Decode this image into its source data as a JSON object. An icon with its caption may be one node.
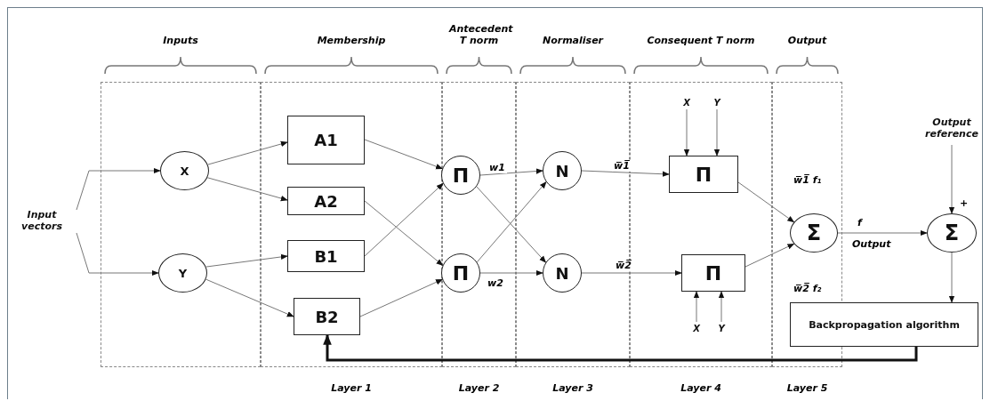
{
  "diagram": {
    "nodes": [
      {
        "text": [
          "Inputs"
        ]
      },
      {
        "text": [
          "X"
        ],
        "in": 0
      },
      {
        "text": [
          "Y"
        ],
        "in": 0
      },
      {
        "text": [
          "Membership",
          "Layer 1"
        ]
      },
      {
        "text": [
          "A1"
        ],
        "in": 3
      },
      {
        "text": [
          "A2"
        ],
        "in": 3
      },
      {
        "text": [
          "B1"
        ],
        "in": 3
      },
      {
        "text": [
          "B2"
        ],
        "in": 3
      },
      {
        "text": [
          "Antecedent T norm",
          "Layer 2"
        ]
      },
      {
        "text": [
          "Π"
        ],
        "in": 8
      },
      {
        "text": [
          "Π"
        ],
        "in": 8
      },
      {
        "text": [
          "Normaliser",
          "Layer 3"
        ]
      },
      {
        "text": [
          "N"
        ],
        "in": 11
      },
      {
        "text": [
          "N"
        ],
        "in": 11
      },
      {
        "text": [
          "Consequent T norm",
          "Layer 4"
        ]
      },
      {
        "text": [
          "Π"
        ],
        "in": 14
      },
      {
        "text": [
          "Π"
        ],
        "in": 14
      },
      {
        "text": [
          "Output",
          "Layer 5"
        ]
      },
      {
        "text": [
          "Σ"
        ],
        "in": 17
      },
      {
        "text": [
          "Σ"
        ]
      },
      {
        "text": [
          "Backpropagation algorithm"
        ]
      },
      {
        "text": [
          "Input vectors"
        ]
      },
      {
        "text": [
          "Output reference"
        ]
      },
      {
        "text": [
          "X"
        ],
        "in": 14
      },
      {
        "text": [
          "Y"
        ],
        "in": 14
      },
      {
        "text": [
          "X"
        ],
        "in": 14
      },
      {
        "text": [
          "Y"
        ],
        "in": 14
      }
    ],
    "edges": [
      {
        "from": 21,
        "to": 1,
        "arrow": "to"
      },
      {
        "from": 21,
        "to": 2,
        "arrow": "to"
      },
      {
        "from": 1,
        "to": 4,
        "arrow": "to"
      },
      {
        "from": 1,
        "to": 5,
        "arrow": "to"
      },
      {
        "from": 2,
        "to": 6,
        "arrow": "to"
      },
      {
        "from": 2,
        "to": 7,
        "arrow": "to"
      },
      {
        "from": 4,
        "to": 9,
        "arrow": "to"
      },
      {
        "from": 6,
        "to": 9,
        "arrow": "to"
      },
      {
        "from": 5,
        "to": 10,
        "arrow": "to"
      },
      {
        "from": 7,
        "to": 10,
        "arrow": "to"
      },
      {
        "from": 9,
        "to": 12,
        "label": "w1",
        "arrow": "to"
      },
      {
        "from": 9,
        "to": 13,
        "arrow": "to"
      },
      {
        "from": 10,
        "to": 12,
        "arrow": "to"
      },
      {
        "from": 10,
        "to": 13,
        "label": "w2",
        "arrow": "to"
      },
      {
        "from": 12,
        "to": 15,
        "label": "w̅1̅",
        "arrow": "to"
      },
      {
        "from": 13,
        "to": 16,
        "label": "w̅2̅",
        "arrow": "to"
      },
      {
        "from": 23,
        "to": 15,
        "arrow": "to"
      },
      {
        "from": 24,
        "to": 15,
        "arrow": "to"
      },
      {
        "from": 25,
        "to": 16,
        "arrow": "to"
      },
      {
        "from": 26,
        "to": 16,
        "arrow": "to"
      },
      {
        "from": 15,
        "to": 18,
        "label": "w̅1̅ f₁",
        "arrow": "to"
      },
      {
        "from": 16,
        "to": 18,
        "label": "w̅2̅ f₂",
        "arrow": "to"
      },
      {
        "from": 18,
        "to": 19,
        "label": "f",
        "arrow": "to"
      },
      {
        "from": 22,
        "to": 19,
        "label": "+",
        "arrow": "to"
      },
      {
        "from": 19,
        "to": 20,
        "arrow": "to"
      },
      {
        "from": 20,
        "to": 7,
        "arrow": "to",
        "style": "thick",
        "color": "#111111"
      }
    ],
    "labels": [
      "Output"
    ]
  }
}
